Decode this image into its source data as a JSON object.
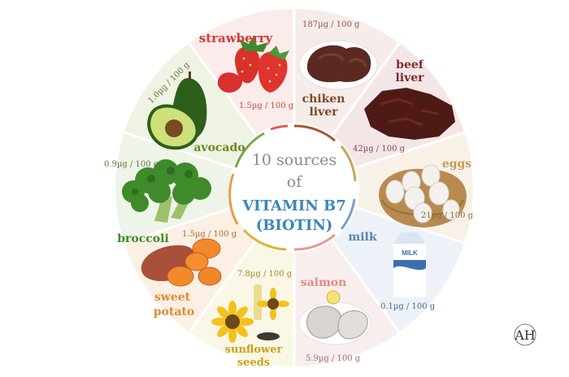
{
  "center": {
    "line1": "10 sources",
    "line2": "of",
    "line3": "VITAMIN B7",
    "line4": "(BIOTIN)"
  },
  "colors": {
    "strawberry": "#d63a35",
    "chicken_liver": "#7a4a2a",
    "beef_liver": "#7d2a2a",
    "eggs": "#c79a56",
    "milk": "#5b86b0",
    "salmon": "#e58a80",
    "sunflower": "#c9a21a",
    "sweet_potato": "#e08a2e",
    "broccoli": "#3f8a2a",
    "avocado": "#6a8a1e",
    "center_blue": "#3b87b9",
    "center_gray": "#8a8a8a"
  },
  "foods": {
    "strawberry": {
      "label": "strawberry",
      "amount": "1.5µg / 100 g"
    },
    "chicken_liver": {
      "label1": "chiken",
      "label2": "liver",
      "amount": "187µg / 100 g"
    },
    "beef_liver": {
      "label1": "beef",
      "label2": "liver",
      "amount": "42µg / 100 g"
    },
    "eggs": {
      "label": "eggs",
      "amount": "21µg / 100 g"
    },
    "milk": {
      "label": "milk",
      "amount": "0.1µg / 100 g",
      "carton_text": "MILK"
    },
    "salmon": {
      "label": "salmon",
      "amount": "5.9µg / 100 g"
    },
    "sunflower": {
      "label1": "sunflower",
      "label2": "seeds",
      "amount": "7.8µg / 100 g"
    },
    "sweet_potato": {
      "label1": "sweet",
      "label2": "potato",
      "amount": "1.5µg / 100 g"
    },
    "broccoli": {
      "label": "broccoli",
      "amount": "0.9µg / 100 g"
    },
    "avocado": {
      "label": "avocado",
      "amount": "1.0µg / 100 g"
    }
  },
  "logo": {
    "text": "AH"
  }
}
